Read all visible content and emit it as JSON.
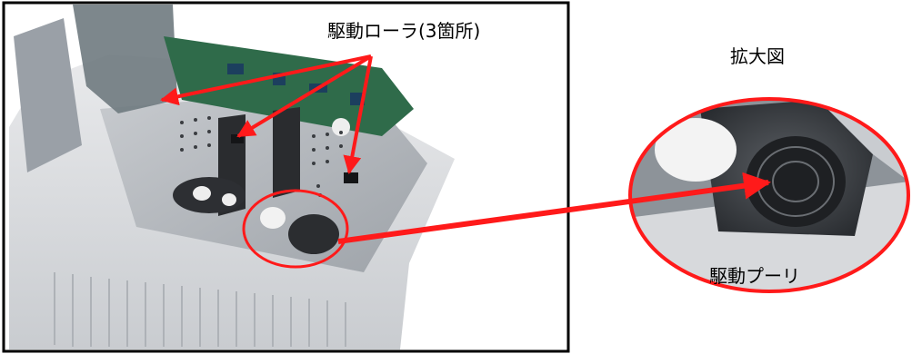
{
  "labels": {
    "drive_rollers": "駆動ローラ(3箇所)",
    "enlarged_view": "拡大図",
    "drive_pulley": "駆動プーリ"
  },
  "photos": {
    "main": "printer-interior-photo",
    "detail": "drive-pulley-closeup-photo"
  },
  "colors": {
    "annotation": "#ff1a1a",
    "frame": "#000000",
    "chassis": "#d9dbdd",
    "pcb": "#2f6b4a",
    "metal": "#b9bcc0"
  }
}
